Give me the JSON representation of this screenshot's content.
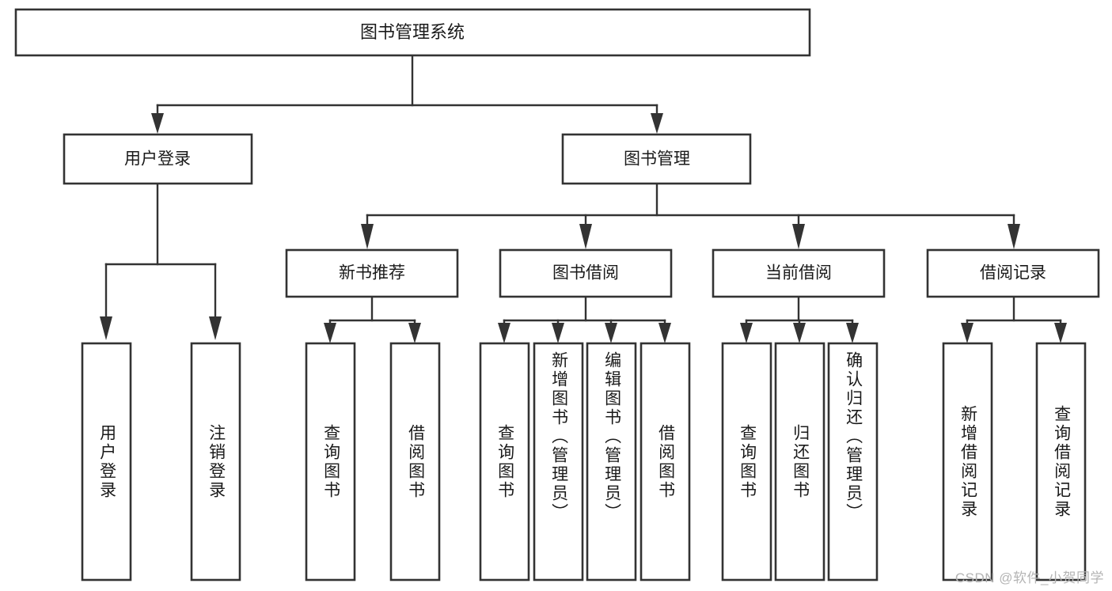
{
  "diagram": {
    "type": "tree-hierarchy-chart",
    "title_node": {
      "id": "root",
      "label": "图书管理系统"
    },
    "level2": [
      {
        "id": "user-login",
        "label": "用户登录"
      },
      {
        "id": "book-management",
        "label": "图书管理"
      }
    ],
    "level3": [
      {
        "id": "new-book-recommend",
        "label": "新书推荐",
        "parent": "book-management"
      },
      {
        "id": "book-borrow",
        "label": "图书借阅",
        "parent": "book-management"
      },
      {
        "id": "current-borrow",
        "label": "当前借阅",
        "parent": "book-management"
      },
      {
        "id": "borrow-record",
        "label": "借阅记录",
        "parent": "book-management"
      }
    ],
    "leaves": [
      {
        "id": "leaf-user-login",
        "label": "用户登录",
        "parent": "user-login"
      },
      {
        "id": "leaf-user-logout",
        "label": "注销登录",
        "parent": "user-login"
      },
      {
        "id": "leaf-query-book-1",
        "label": "查询图书",
        "parent": "new-book-recommend"
      },
      {
        "id": "leaf-borrow-book-1",
        "label": "借阅图书",
        "parent": "new-book-recommend"
      },
      {
        "id": "leaf-query-book-2",
        "label": "查询图书",
        "parent": "book-borrow"
      },
      {
        "id": "leaf-add-book",
        "label": "新增图书（管理员）",
        "parent": "book-borrow"
      },
      {
        "id": "leaf-edit-book",
        "label": "编辑图书（管理员）",
        "parent": "book-borrow"
      },
      {
        "id": "leaf-borrow-book-2",
        "label": "借阅图书",
        "parent": "book-borrow"
      },
      {
        "id": "leaf-query-book-3",
        "label": "查询图书",
        "parent": "current-borrow"
      },
      {
        "id": "leaf-return-book",
        "label": "归还图书",
        "parent": "current-borrow"
      },
      {
        "id": "leaf-confirm-return",
        "label": "确认归还（管理员）",
        "parent": "current-borrow"
      },
      {
        "id": "leaf-add-record",
        "label": "新增借阅记录",
        "parent": "borrow-record"
      },
      {
        "id": "leaf-query-record",
        "label": "查询借阅记录",
        "parent": "borrow-record"
      }
    ],
    "colors": {
      "stroke": "#333333",
      "fill": "#ffffff",
      "text": "#1a1a1a",
      "watermark": "#b4b4b4"
    }
  },
  "watermark": {
    "text": "CSDN @软件_小贺同学"
  }
}
